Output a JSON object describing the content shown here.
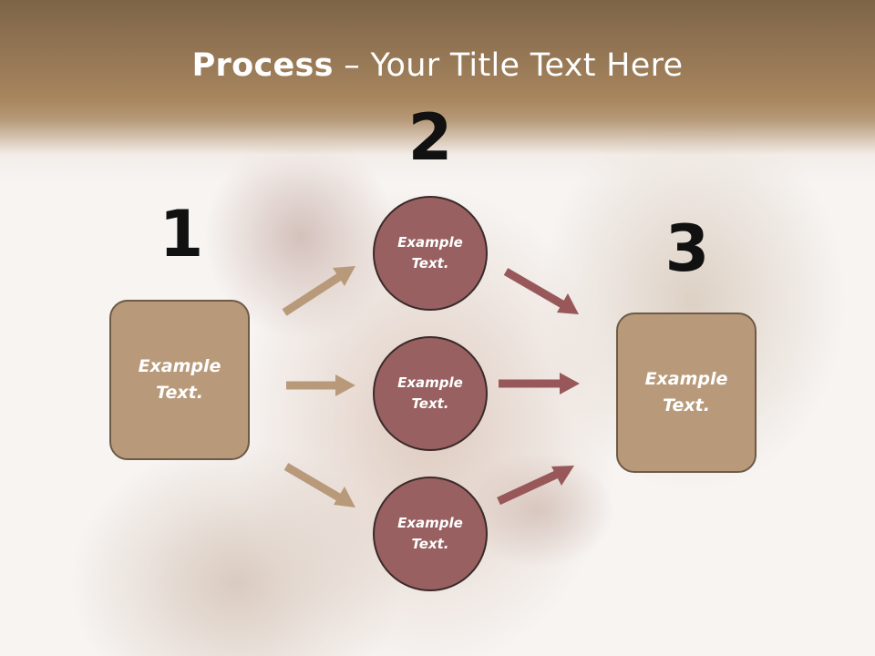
{
  "slide": {
    "title_bold": "Process",
    "title_rest": " – Your Title Text Here"
  },
  "steps": [
    {
      "number": "1",
      "text": "Example\nText."
    },
    {
      "number": "2",
      "text": "Example\nText."
    },
    {
      "number": "3",
      "text": "Example\nText."
    }
  ],
  "circles": [
    {
      "text": "Example\nText."
    },
    {
      "text": "Example\nText."
    },
    {
      "text": "Example\nText."
    }
  ],
  "colors": {
    "box_fill": "#b89a7b",
    "box_border": "#6e5a47",
    "circle_fill": "#986060",
    "arrow_left": "#b89a7b",
    "arrow_right": "#98585a",
    "title_band": "#a8865f"
  }
}
